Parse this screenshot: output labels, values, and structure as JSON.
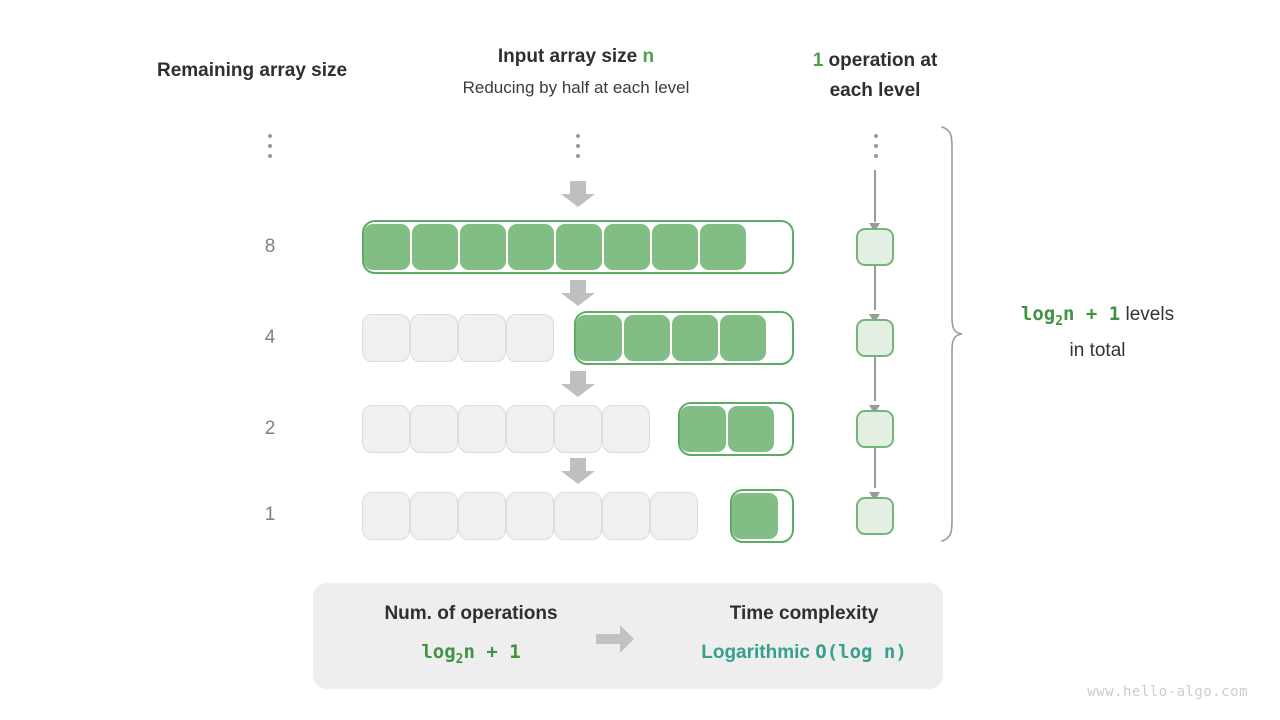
{
  "headings": {
    "left": "Remaining array size",
    "mid_prefix": "Input array size ",
    "mid_accent": "n",
    "mid_sub": "Reducing by half at each level",
    "right_accent": "1",
    "right_text": " operation at each level"
  },
  "levels": [
    {
      "size_label": "⋮",
      "total_cells": 8,
      "active_cells": 0,
      "is_dots": true
    },
    {
      "size_label": "8",
      "total_cells": 8,
      "active_cells": 8,
      "is_dots": false
    },
    {
      "size_label": "4",
      "total_cells": 8,
      "active_cells": 4,
      "is_dots": false
    },
    {
      "size_label": "2",
      "total_cells": 8,
      "active_cells": 2,
      "is_dots": false
    },
    {
      "size_label": "1",
      "total_cells": 8,
      "active_cells": 1,
      "is_dots": false
    }
  ],
  "operations_column": {
    "dots_label": "⋮",
    "cell_count": 4,
    "cell_value": ""
  },
  "brace_note": {
    "formula_prefix": "log",
    "formula_sub": "2",
    "formula_suffix": "n + 1",
    "text_after": " levels",
    "line2": "in total"
  },
  "summary": {
    "left_title": "Num. of operations",
    "left_formula_prefix": "log",
    "left_formula_sub": "2",
    "left_formula_suffix": "n + 1",
    "right_title": "Time complexity",
    "right_value_name": "Logarithmic",
    "right_value_notation": "O(log n)",
    "arrow_icon": "right-arrow-icon"
  },
  "watermark": "www.hello-algo.com",
  "colors": {
    "green_fill": "#82bd86",
    "green_border": "#5eab63",
    "light_green_fill": "#e4efe4",
    "gray_cell": "#f0f0f0",
    "accent_green": "#4ca14e",
    "teal": "#34a08d",
    "arrow_gray": "#b8b8b8",
    "label_gray": "#808080"
  }
}
